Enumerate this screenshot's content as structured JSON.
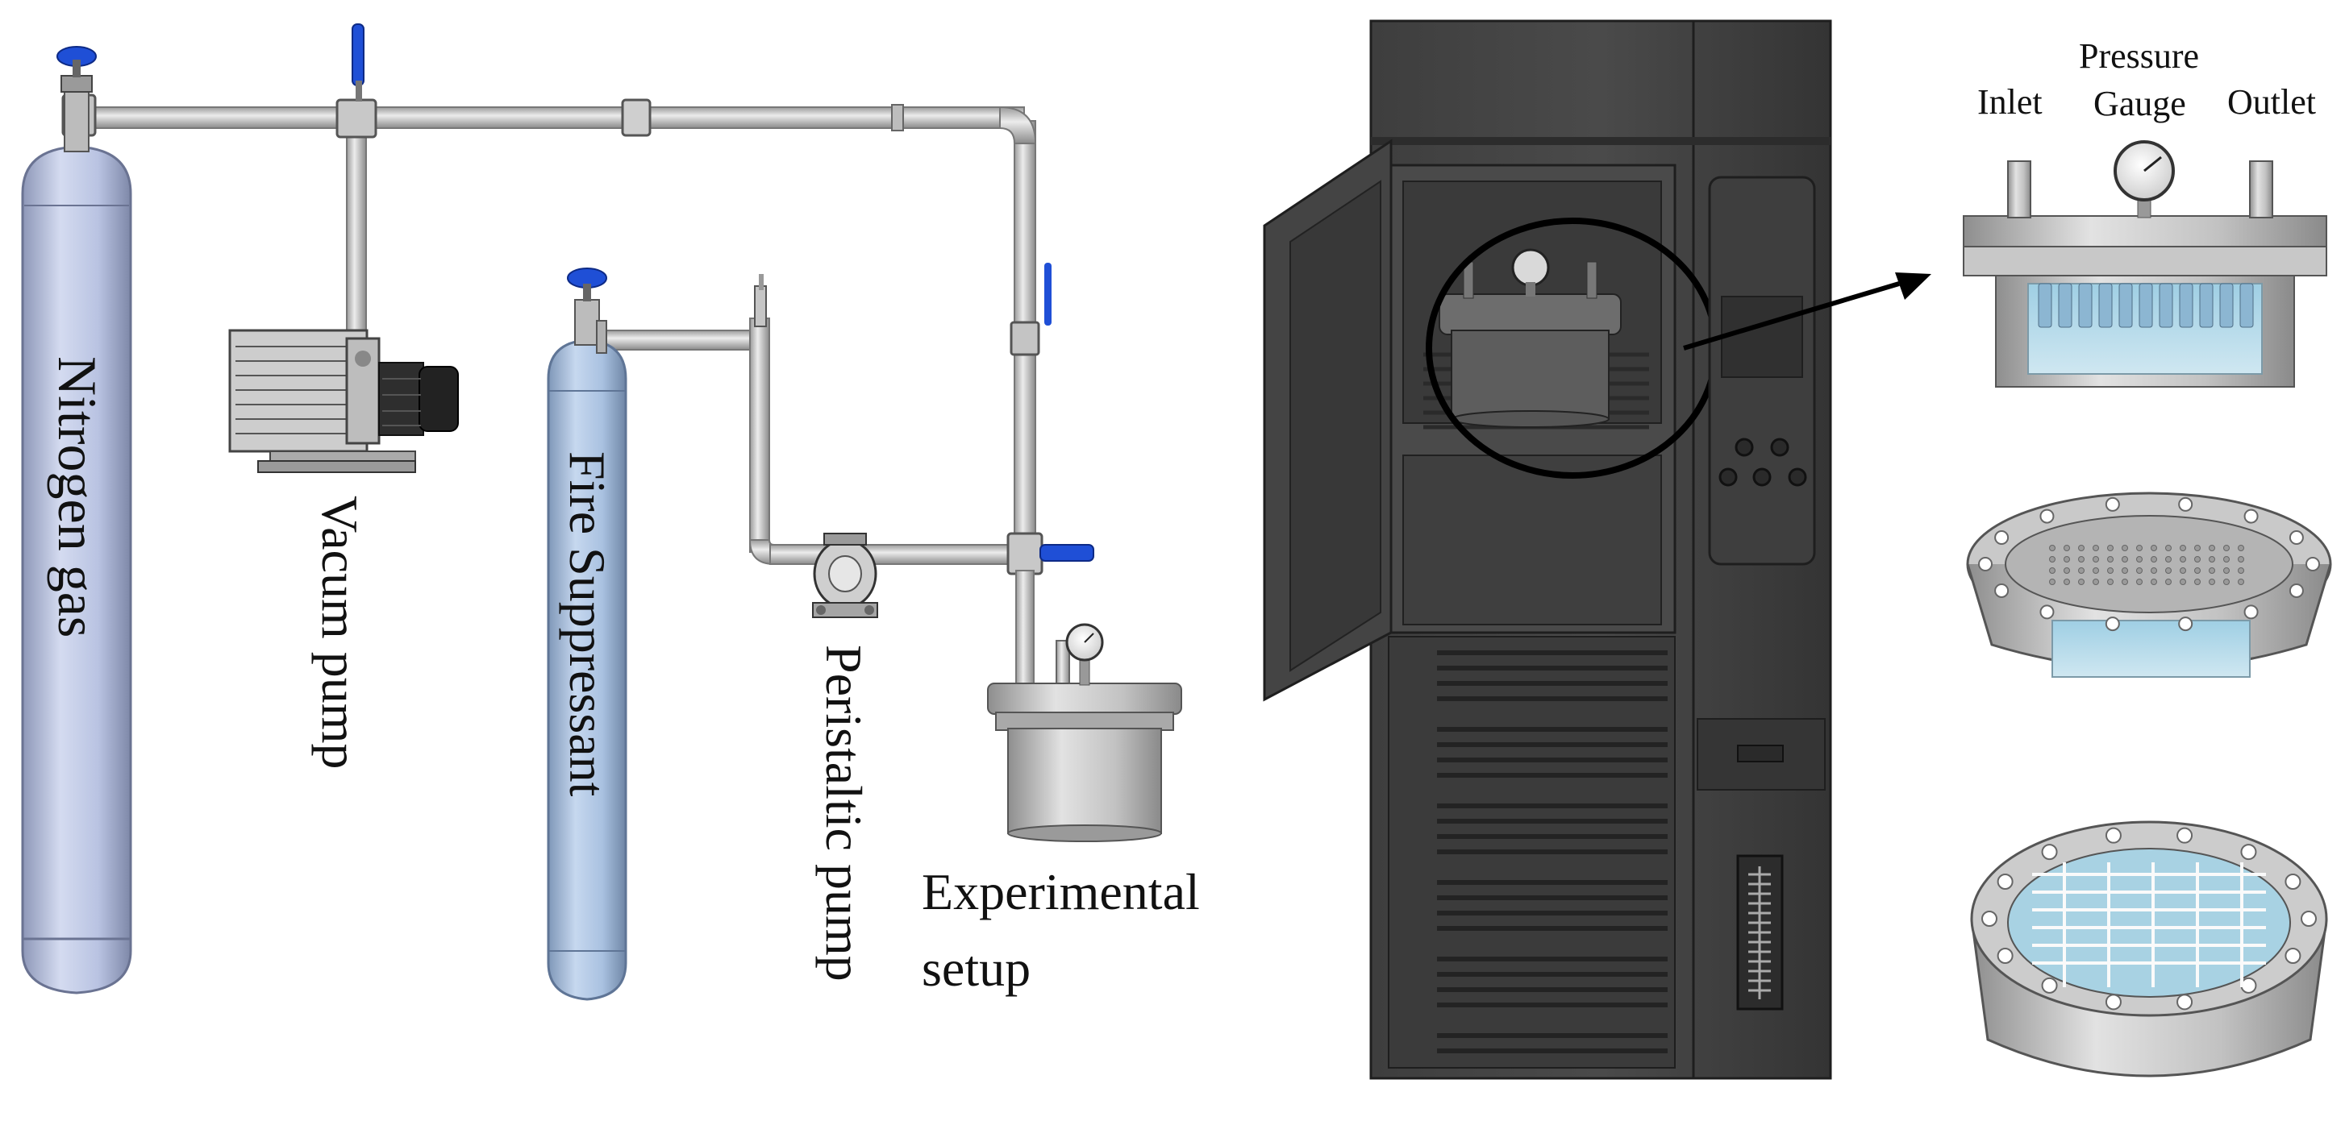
{
  "labels": {
    "nitrogen": "Nitrogen gas",
    "vacuum": "Vacum pump",
    "fire": "Fire Suppressant",
    "peristaltic": "Peristaltic pump",
    "experimental_line1": "Experimental",
    "experimental_line2": "setup",
    "inlet": "Inlet",
    "pressure_line1": "Pressure",
    "pressure_line2": "Gauge",
    "outlet": "Outlet"
  },
  "colors": {
    "cylinder_nitrogen": "#b9c3e2",
    "cylinder_suppressant": "#a9c1e0",
    "pipe": "#d0d0d0",
    "valve_handle": "#1f4fd6",
    "cabinet": "#3a3a3a",
    "steel": "#bdbdbd",
    "coolant": "#b7dcea"
  }
}
